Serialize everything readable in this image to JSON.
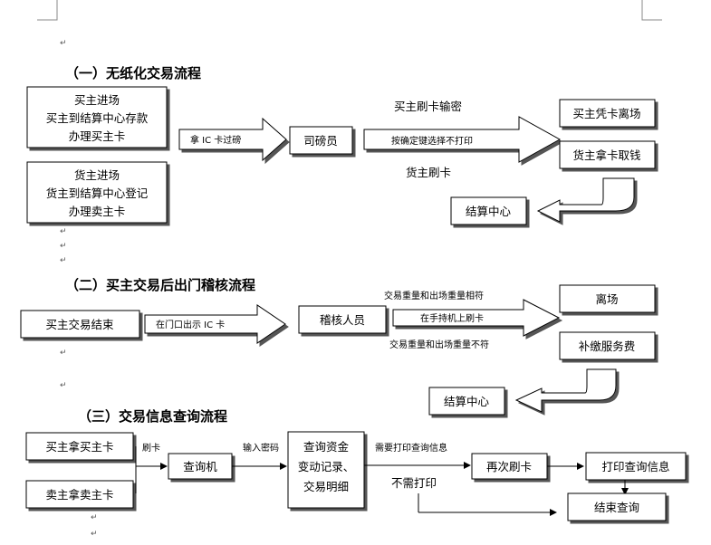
{
  "paragraph_mark": "↵",
  "sections": {
    "s1": {
      "title": "（一）无纸化交易流程",
      "buyer_entry": [
        "买主进场",
        "买主到结算中心存款",
        "办理买主卡"
      ],
      "seller_entry": [
        "货主进场",
        "货主到结算中心登记",
        "办理卖主卡"
      ],
      "arrow_card": "拿 IC 卡过磅",
      "weigher": "司磅员",
      "buyer_swipe": "买主刷卡输密",
      "arrow_confirm": "按确定键选择不打印",
      "seller_swipe": "货主刷卡",
      "buyer_leave": "买主凭卡离场",
      "seller_collect": "货主拿卡取钱",
      "settlement": "结算中心"
    },
    "s2": {
      "title": "（二）买主交易后出门稽核流程",
      "buyer_done": "买主交易结束",
      "arrow_gate": "在门口出示 IC 卡",
      "auditor": "稽核人员",
      "match": "交易重量和出场重量相符",
      "arrow_handheld": "在手持机上刷卡",
      "mismatch": "交易重量和出场重量不符",
      "leave": "离场",
      "pay_fee": "补缴服务费",
      "settlement": "结算中心"
    },
    "s3": {
      "title": "（三）交易信息查询流程",
      "buyer_card": "买主拿买主卡",
      "seller_card": "卖主拿卖主卡",
      "swipe": "刷卡",
      "kiosk": "查询机",
      "enter_pwd": "输入密码",
      "query_box": [
        "查询资金",
        "变动记录、",
        "交易明细"
      ],
      "need_print": "需要打印查询信息",
      "no_print": "不需打印",
      "swipe_again": "再次刷卡",
      "print_info": "打印查询信息",
      "end_query": "结束查询"
    }
  }
}
